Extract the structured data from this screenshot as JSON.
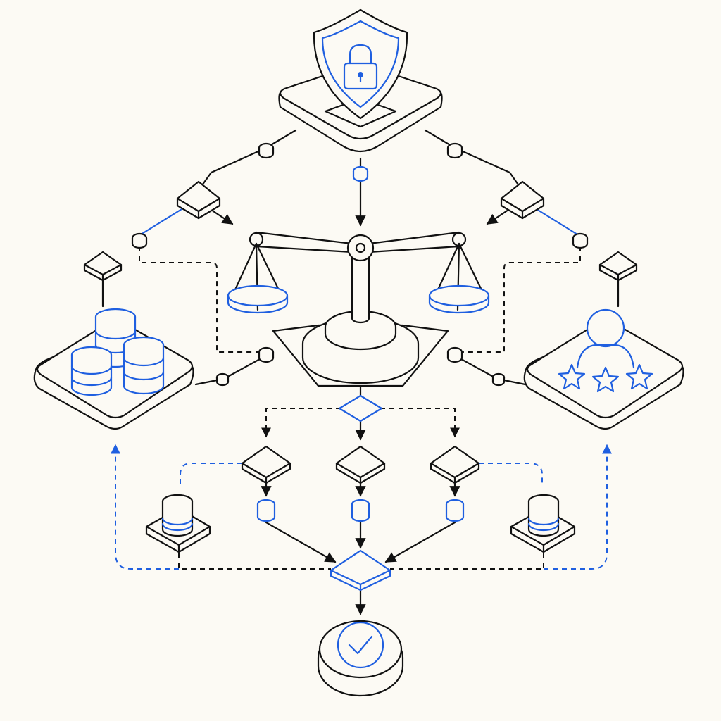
{
  "title": "",
  "colors": {
    "background": "#fcfaf4",
    "ink": "#111111",
    "accent": "#1f5fe0"
  },
  "nodes": [
    {
      "id": "security",
      "icon": "shield-lock-icon"
    },
    {
      "id": "balance",
      "icon": "scales-icon"
    },
    {
      "id": "data-store",
      "icon": "database-stack-icon"
    },
    {
      "id": "reviews",
      "icon": "user-rating-icon"
    },
    {
      "id": "decision-split",
      "icon": "diamond-icon"
    },
    {
      "id": "decision-merge",
      "icon": "diamond-icon"
    },
    {
      "id": "approval",
      "icon": "checkmark-icon"
    }
  ],
  "node_labels": []
}
